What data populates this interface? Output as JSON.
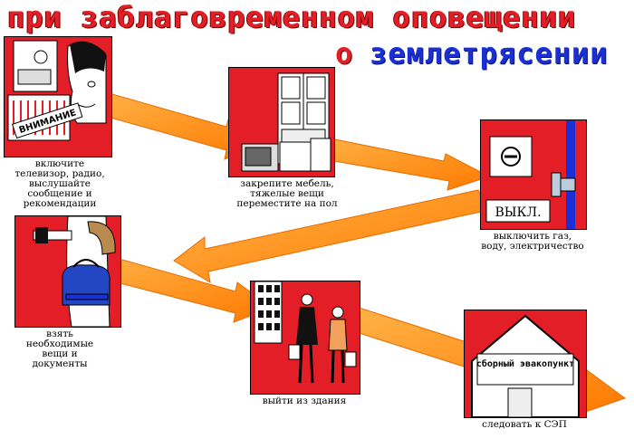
{
  "title": {
    "line1": "при заблаговременном оповещении",
    "line2_prefix": "о",
    "line2_main": "землетрясении"
  },
  "steps": [
    {
      "caption": "включите телевизор, радио, выслушайте сообщение и рекомендации",
      "sign_text": "ВНИМАНИЕ"
    },
    {
      "caption": "закрепите мебель, тяжелые вещи переместите на пол"
    },
    {
      "caption": "выключить газ, воду, электричество",
      "sign_text": "ВЫКЛ."
    },
    {
      "caption": "взять необходимые вещи и документы"
    },
    {
      "caption": "выйти из здания"
    },
    {
      "caption": "следовать к СЭП",
      "sign_text": "сборный эвакопункт"
    }
  ],
  "colors": {
    "panel_red": "#e41e26",
    "arrow": "#ff8c00",
    "title_red": "#e41e26",
    "title_blue": "#1a2fd6"
  }
}
